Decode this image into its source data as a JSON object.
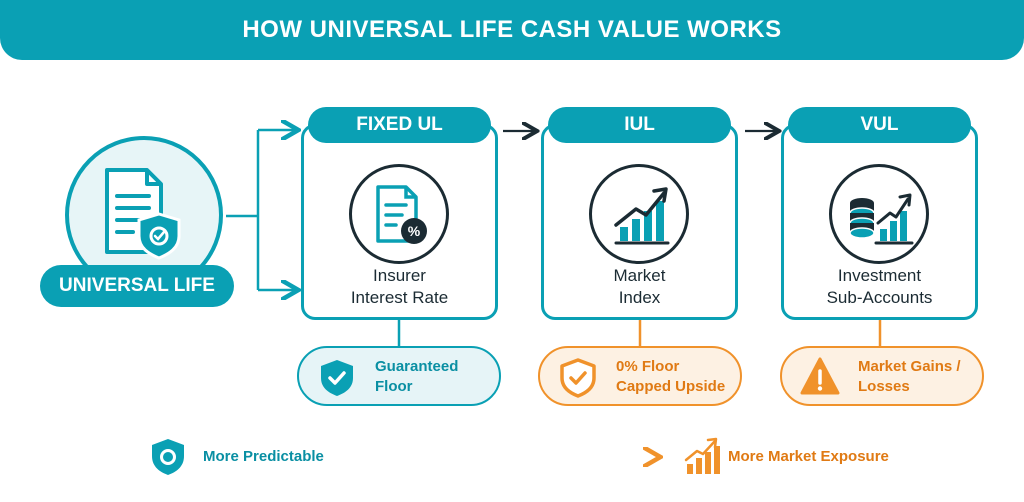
{
  "title": "HOW UNIVERSAL LIFE CASH VALUE WORKS",
  "source": {
    "label": "UNIVERSAL LIFE",
    "icon": "policy-document-shield-icon"
  },
  "types": [
    {
      "header": "FIXED UL",
      "label_line1": "Insurer",
      "label_line2": "Interest Rate",
      "icon": "percent-document-icon"
    },
    {
      "header": "IUL",
      "label_line1": "Market",
      "label_line2": "Index",
      "icon": "growth-chart-icon"
    },
    {
      "header": "VUL",
      "label_line1": "Investment",
      "label_line2": "Sub-Accounts",
      "icon": "coins-growth-icon"
    }
  ],
  "outcomes": [
    {
      "line1": "Guaranteed",
      "line2": "Floor",
      "icon": "shield-check-icon",
      "color": "#0aa0b4"
    },
    {
      "line1": "0% Floor",
      "line2": "Capped Upside",
      "icon": "shield-check-icon",
      "color": "#f0922b"
    },
    {
      "line1": "Market Gains /",
      "line2": "Losses",
      "icon": "warning-icon",
      "color": "#f0922b"
    }
  ],
  "legend": {
    "left": {
      "label": "More Predictable",
      "icon": "shield-icon"
    },
    "right": {
      "label": "More Market Exposure",
      "icon": "growth-chart-icon"
    }
  },
  "colors": {
    "teal": "#0aa0b4",
    "orange": "#f0922b",
    "dark": "#1b2b33"
  }
}
